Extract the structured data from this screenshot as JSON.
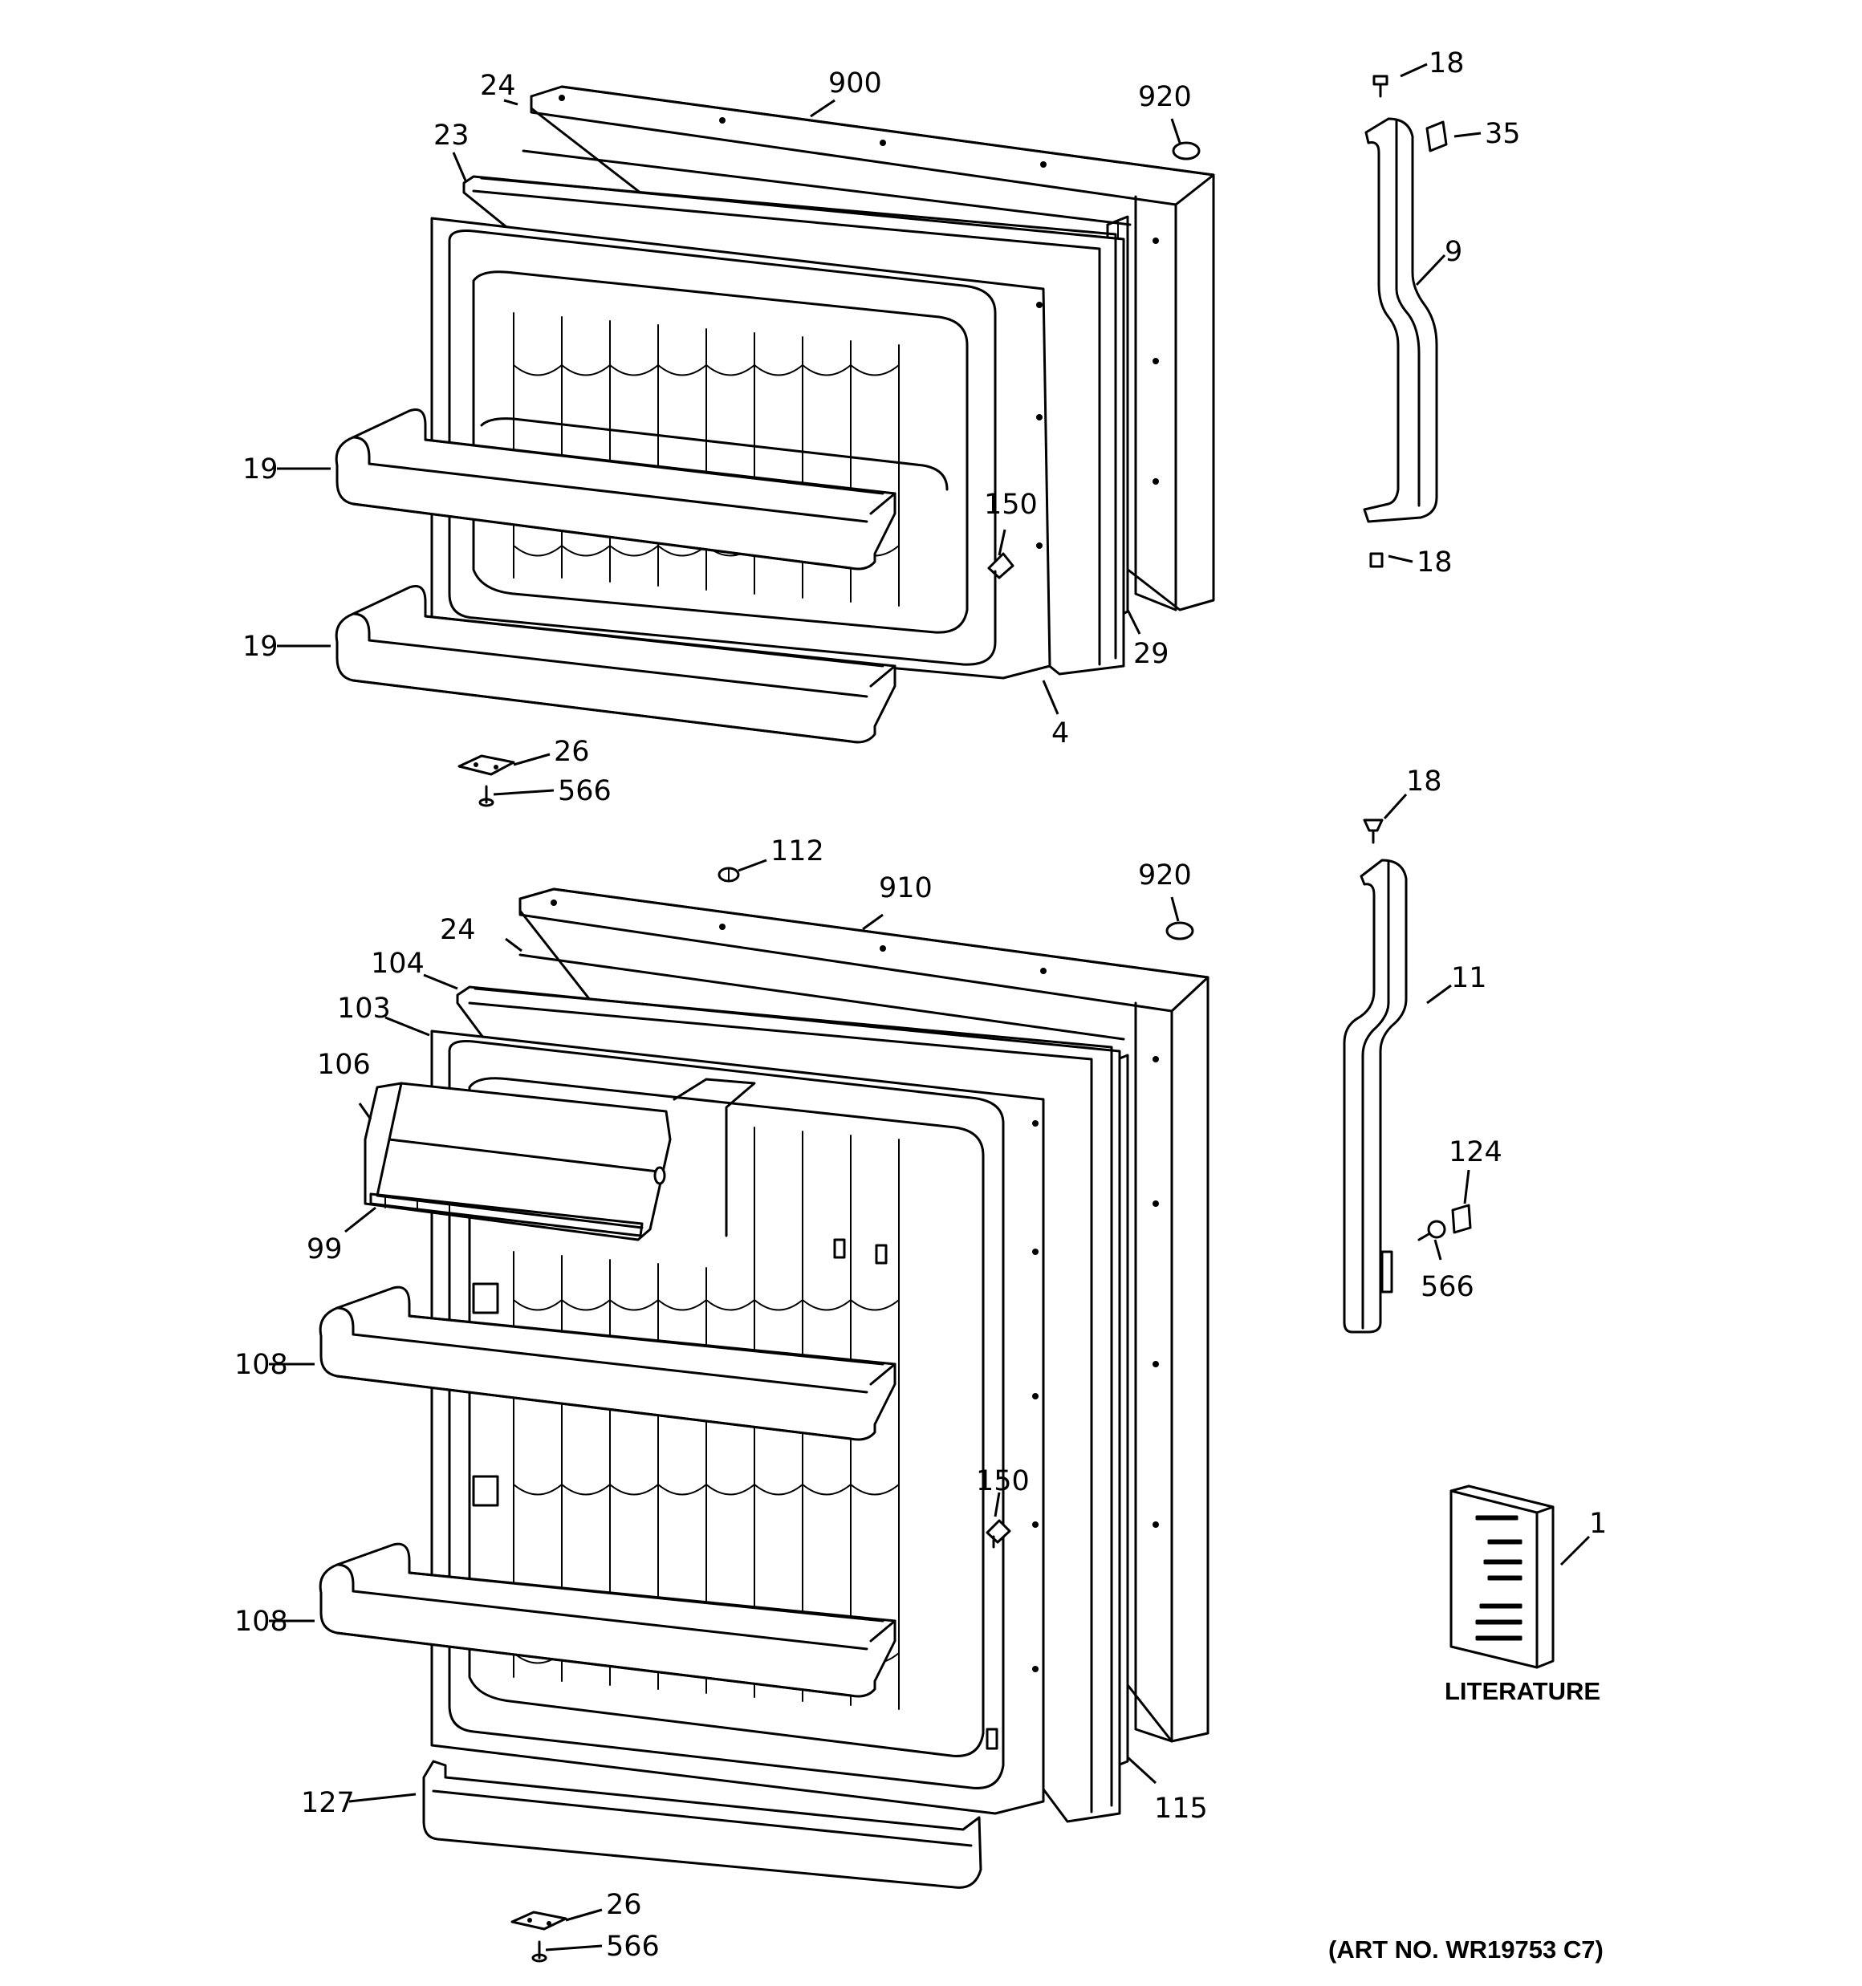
{
  "callouts": {
    "c18a": "18",
    "c35": "35",
    "c9": "9",
    "c18b": "18",
    "c24a": "24",
    "c900": "900",
    "c920a": "920",
    "c23": "23",
    "c19a": "19",
    "c19b": "19",
    "c150a": "150",
    "c29": "29",
    "c4": "4",
    "c26a": "26",
    "c566a": "566",
    "c18c": "18",
    "c112": "112",
    "c910": "910",
    "c920b": "920",
    "c24b": "24",
    "c104": "104",
    "c103": "103",
    "c106": "106",
    "c99": "99",
    "c11": "11",
    "c124": "124",
    "c566b": "566",
    "c108a": "108",
    "c108b": "108",
    "c150b": "150",
    "c1": "1",
    "c115": "115",
    "c127": "127",
    "c26b": "26",
    "c566c": "566"
  },
  "literature_label": "LITERATURE",
  "art_number": "(ART NO. WR19753 C7)"
}
